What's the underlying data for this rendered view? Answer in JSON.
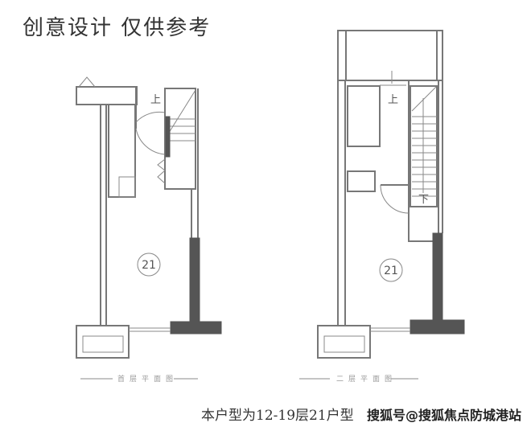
{
  "title": "创意设计 仅供参考",
  "plans": [
    {
      "name": "首层平面图",
      "unit": "21",
      "stair_label": "上"
    },
    {
      "name": "二层平面图",
      "unit": "21",
      "stair_up_label": "上",
      "stair_down_label": "下"
    }
  ],
  "caption": "本户型为12-19层21户型",
  "watermark": "搜狐号@搜狐焦点防城港站"
}
